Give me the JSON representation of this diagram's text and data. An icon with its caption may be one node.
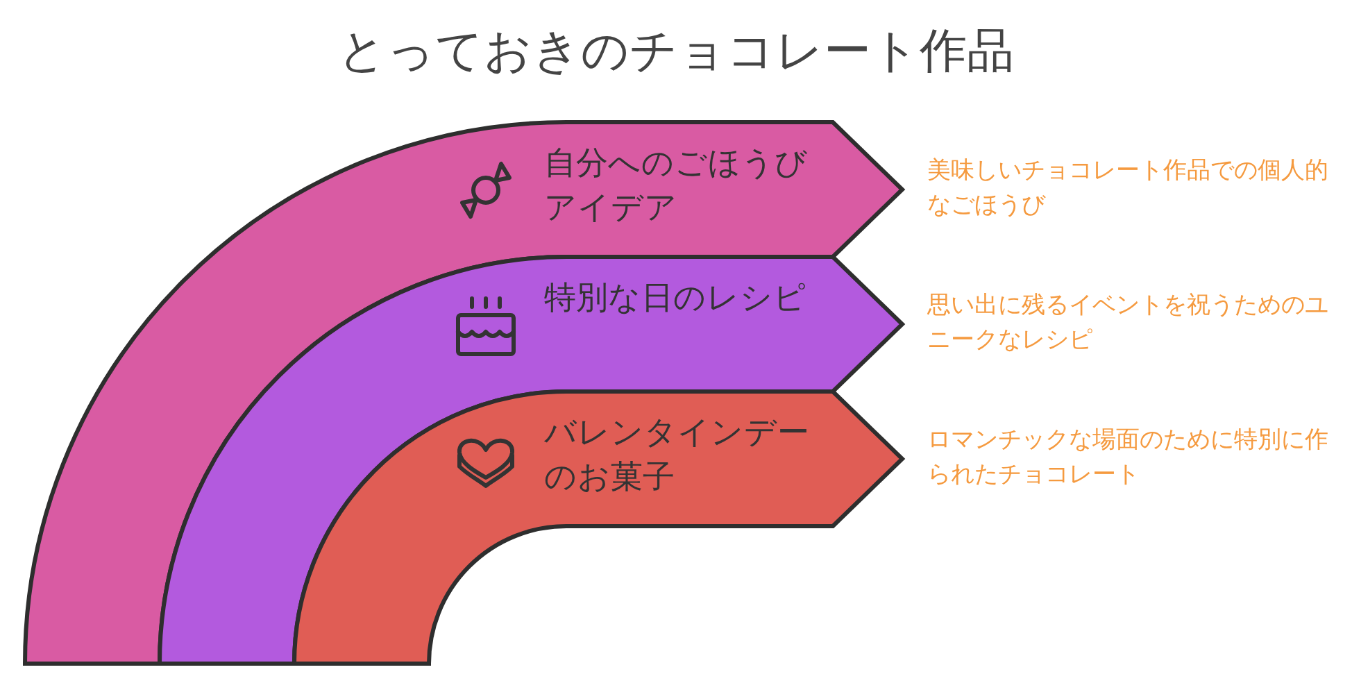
{
  "diagram": {
    "title": "とっておきのチョコレート作品",
    "nodes": [
      {
        "text": [
          "自分へのごほうびアイデア"
        ],
        "beside": [
          "美味しいチョコレート作品での個人的なごほうび"
        ]
      },
      {
        "text": [
          "特別な日のレシピ"
        ],
        "beside": [
          "思い出に残るイベントを祝うためのユニークなレシピ"
        ]
      },
      {
        "text": [
          "バレンタインデーのお菓子"
        ],
        "beside": [
          "ロマンチックな場面のために特別に作られたチョコレート"
        ]
      }
    ],
    "edges": []
  }
}
